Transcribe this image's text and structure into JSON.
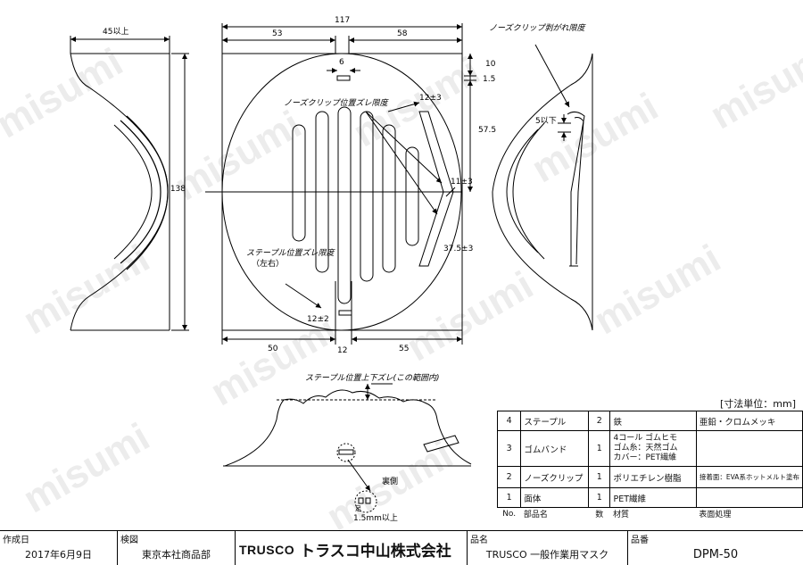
{
  "watermark": "misumi",
  "unit_label": "[寸法単位：mm]",
  "dims": {
    "side_width": "45以上",
    "total_width": "117",
    "left_half": "53",
    "right_half": "58",
    "top_10": "10",
    "top_1_5": "1.5",
    "height_57_5": "57.5",
    "height_138": "138",
    "slot_6": "6",
    "tol_12_top": "12±3",
    "tol_11": "11±3",
    "tol_37_5": "37.5±3",
    "tol_12_bottom": "12±2",
    "bottom_50": "50",
    "bottom_12": "12",
    "bottom_55": "55",
    "side_5": "5以下",
    "min_1_5": "1.5mm以上"
  },
  "notes": {
    "nose_clip_peel": "ノーズクリップ剥がれ限度",
    "nose_clip_shift": "ノーズクリップ位置ズレ限度",
    "staple_shift_line1": "ステープル位置ズレ限度",
    "staple_shift_line2": "（左右）",
    "staple_vertical": "ステープル位置上下ズレ(この範囲内)",
    "back_side": "裏側",
    "leg_label": "足"
  },
  "parts": {
    "rows": [
      {
        "no": "4",
        "name": "ステープル",
        "qty": "2",
        "material": "鉄",
        "finish": "亜鉛・クロムメッキ"
      },
      {
        "no": "3",
        "name": "ゴムバンド",
        "qty": "1",
        "material": "4コール ゴムヒモ\nゴム糸：天然ゴム\nカバー：PET繊維",
        "finish": ""
      },
      {
        "no": "2",
        "name": "ノーズクリップ",
        "qty": "1",
        "material": "ポリエチレン樹脂",
        "finish": "接着面：EVA系ホットメルト塗布"
      },
      {
        "no": "1",
        "name": "面体",
        "qty": "1",
        "material": "PET繊維",
        "finish": ""
      }
    ],
    "header": {
      "no": "No.",
      "name": "部品名",
      "qty": "数",
      "material": "材質",
      "finish": "表面処理"
    }
  },
  "title_block": {
    "created_label": "作成日",
    "created_value": "2017年6月9日",
    "check_label": "検図",
    "check_value": "東京本社商品部",
    "logo_en": "TRUSCO",
    "logo_jp": "トラスコ中山株式会社",
    "product_label": "品名",
    "product_value": "TRUSCO 一般作業用マスク",
    "part_no_label": "品番",
    "part_no_value": "DPM-50"
  }
}
